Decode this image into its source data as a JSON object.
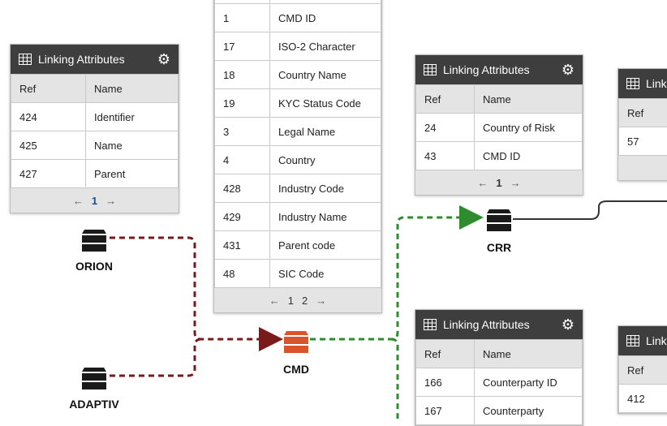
{
  "panel_title": "Linking Attributes",
  "col_ref": "Ref",
  "col_name": "Name",
  "panels": {
    "left": {
      "rows": [
        [
          "424",
          "Identifier"
        ],
        [
          "425",
          "Name"
        ],
        [
          "427",
          "Parent"
        ]
      ],
      "pager": {
        "prev": "←",
        "page": "1",
        "next": "→"
      }
    },
    "center": {
      "rows": [
        [
          "1",
          "CMD ID"
        ],
        [
          "17",
          "ISO-2 Character"
        ],
        [
          "18",
          "Country Name"
        ],
        [
          "19",
          "KYC Status Code"
        ],
        [
          "3",
          "Legal Name"
        ],
        [
          "4",
          "Country"
        ],
        [
          "428",
          "Industry Code"
        ],
        [
          "429",
          "Industry Name"
        ],
        [
          "431",
          "Parent code"
        ],
        [
          "48",
          "SIC Code"
        ]
      ],
      "pager": {
        "prev": "←",
        "page1": "1",
        "page2": "2",
        "next": "→"
      }
    },
    "crr": {
      "rows": [
        [
          "24",
          "Country of Risk"
        ],
        [
          "43",
          "CMD ID"
        ]
      ],
      "pager": {
        "prev": "←",
        "page": "1",
        "next": "→"
      }
    },
    "bottom": {
      "rows": [
        [
          "166",
          "Counterparty ID"
        ],
        [
          "167",
          "Counterparty"
        ]
      ]
    },
    "right_top": {
      "title": "Link",
      "ref": "Ref",
      "rows": [
        [
          "57"
        ]
      ]
    },
    "right_bottom": {
      "title": "Link",
      "ref": "Ref",
      "rows": [
        [
          "412"
        ]
      ]
    }
  },
  "databases": {
    "orion": "ORION",
    "adaptiv": "ADAPTIV",
    "cmd": "CMD",
    "crr": "CRR"
  },
  "icons": {
    "grid": "grid-icon",
    "gear": "gear-icon",
    "database": "database-icon"
  },
  "colors": {
    "header": "#3e3e3e",
    "red_link": "#7a1a1a",
    "green_link": "#2e8b2e",
    "cmd_db": "#d9532b",
    "db": "#1a1a1a"
  }
}
